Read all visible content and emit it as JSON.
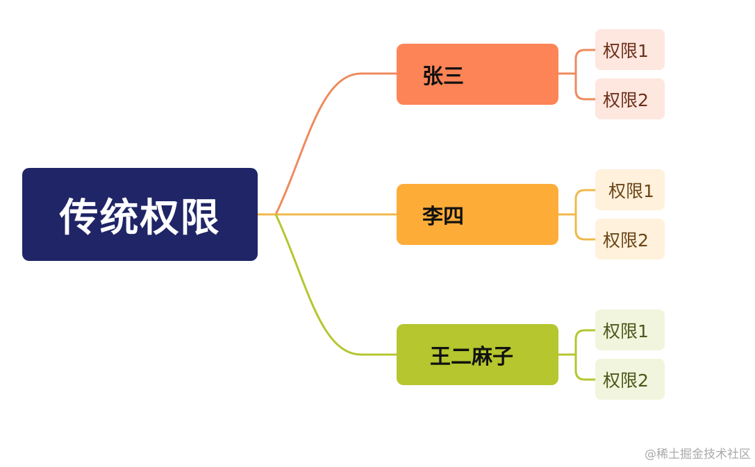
{
  "root": {
    "label": "传统权限"
  },
  "branches": [
    {
      "label": "张三",
      "color": "#fd8456",
      "line_color": "#ef8a5d",
      "leaf_bg": "#fee7df",
      "leaf_text_color": "#6b2f1a",
      "leaves": [
        "权限1",
        "权限2"
      ]
    },
    {
      "label": "李四",
      "color": "#fdac38",
      "line_color": "#f0b84a",
      "leaf_bg": "#fff1dc",
      "leaf_text_color": "#6b4416",
      "leaves": [
        "权限1",
        "权限2"
      ]
    },
    {
      "label": "王二麻子",
      "color": "#b5c62e",
      "line_color": "#b5c62e",
      "leaf_bg": "#f1f5dd",
      "leaf_text_color": "#4d551a",
      "leaves": [
        "权限1",
        "权限2"
      ]
    }
  ],
  "watermark": "@稀土掘金技术社区"
}
